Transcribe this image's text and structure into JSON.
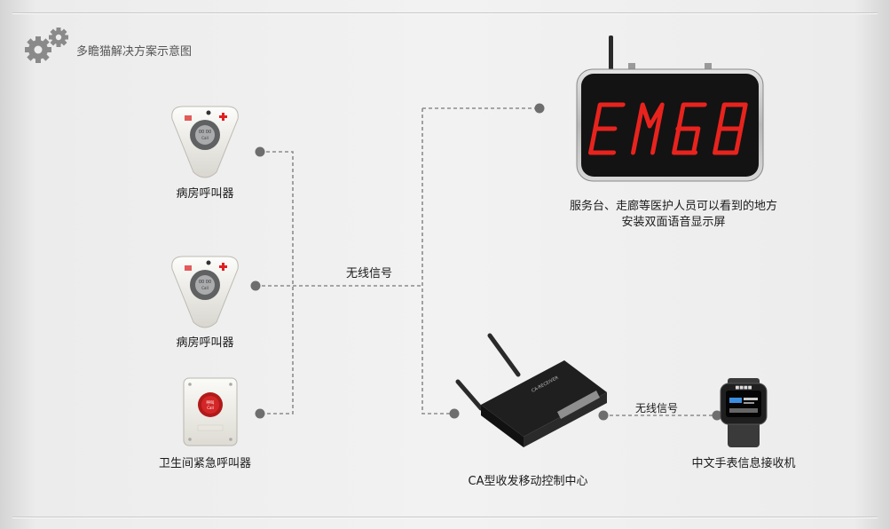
{
  "title": "多瞻猫解决方案示意图",
  "devices": {
    "ward_caller_1": "病房呼叫器",
    "ward_caller_2": "病房呼叫器",
    "bathroom_caller": "卫生间紧急呼叫器",
    "display_line1": "服务台、走廊等医护人员可以看到的地方",
    "display_line2": "安装双面语音显示屏",
    "controller": "CA型收发移动控制中心",
    "watch": "中文手表信息接收机"
  },
  "signals": {
    "main": "无线信号",
    "watch": "无线信号"
  },
  "display_readout": "EM68",
  "colors": {
    "led": "#e8231e",
    "wire": "#8c8c8c",
    "node": "#6e6e6e",
    "cross": "#e02020"
  }
}
